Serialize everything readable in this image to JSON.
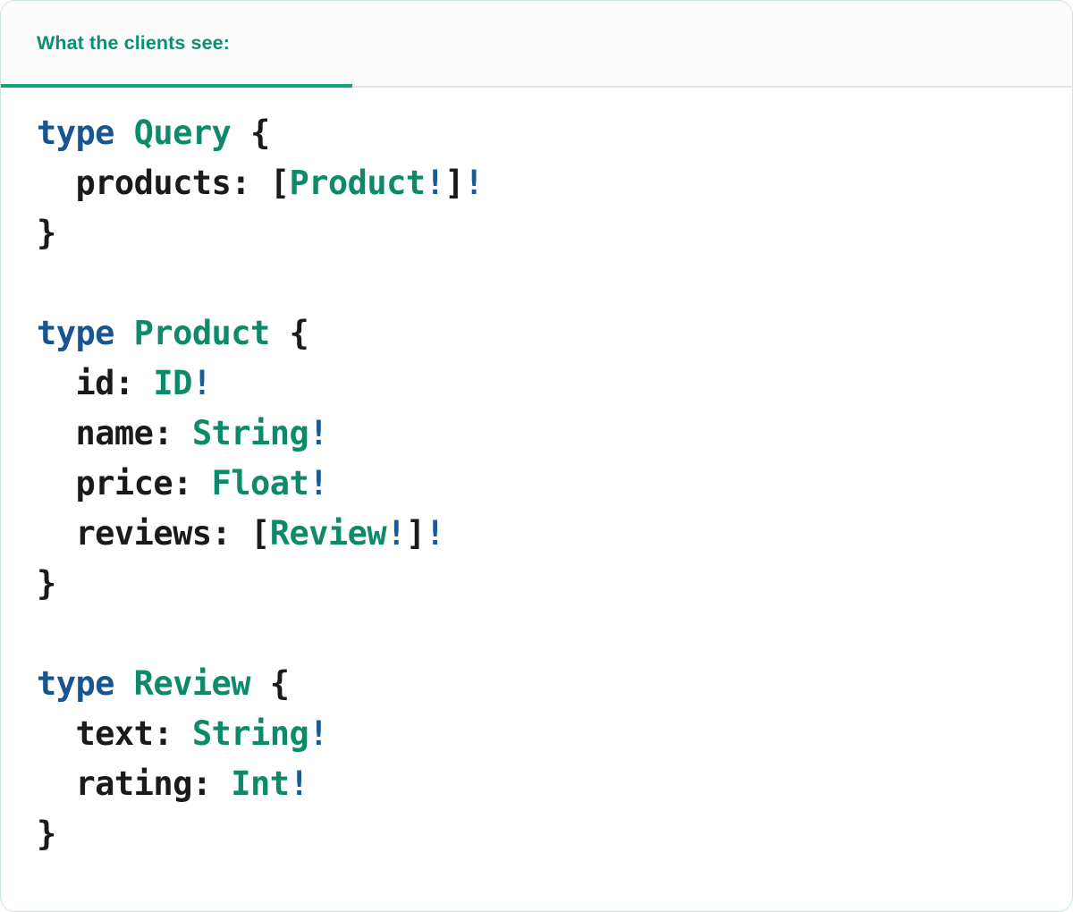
{
  "card": {
    "border_color": "#cfe3da",
    "background": "#ffffff"
  },
  "header": {
    "tabs": [
      {
        "label": "What the clients see:",
        "active": true,
        "accent_color": "#17a07e",
        "text_color": "#0d8f6f"
      }
    ],
    "divider_color": "#e3e3e3",
    "background": "#fbfbfb"
  },
  "code": {
    "language": "graphql",
    "colors": {
      "keyword": "#16558f",
      "type_name": "#0d8a6a",
      "non_null_bang": "#1a5a96",
      "punctuation": "#1a1a1a",
      "field_name": "#1a1a1a"
    },
    "plain_text": "type Query {\n  products: [Product!]!\n}\n\ntype Product {\n  id: ID!\n  name: String!\n  price: Float!\n  reviews: [Review!]!\n}\n\ntype Review {\n  text: String!\n  rating: Int!\n}",
    "lines": [
      {
        "tokens": [
          {
            "t": "type",
            "k": "kw"
          },
          {
            "t": " ",
            "k": "punct"
          },
          {
            "t": "Query",
            "k": "type"
          },
          {
            "t": " {",
            "k": "punct"
          }
        ]
      },
      {
        "tokens": [
          {
            "t": "  products:",
            "k": "field"
          },
          {
            "t": " [",
            "k": "punct"
          },
          {
            "t": "Product",
            "k": "type"
          },
          {
            "t": "!",
            "k": "bang"
          },
          {
            "t": "]",
            "k": "punct"
          },
          {
            "t": "!",
            "k": "bang"
          }
        ]
      },
      {
        "tokens": [
          {
            "t": "}",
            "k": "punct"
          }
        ]
      },
      {
        "tokens": []
      },
      {
        "tokens": [
          {
            "t": "type",
            "k": "kw"
          },
          {
            "t": " ",
            "k": "punct"
          },
          {
            "t": "Product",
            "k": "type"
          },
          {
            "t": " {",
            "k": "punct"
          }
        ]
      },
      {
        "tokens": [
          {
            "t": "  id:",
            "k": "field"
          },
          {
            "t": " ",
            "k": "punct"
          },
          {
            "t": "ID",
            "k": "type"
          },
          {
            "t": "!",
            "k": "bang"
          }
        ]
      },
      {
        "tokens": [
          {
            "t": "  name:",
            "k": "field"
          },
          {
            "t": " ",
            "k": "punct"
          },
          {
            "t": "String",
            "k": "type"
          },
          {
            "t": "!",
            "k": "bang"
          }
        ]
      },
      {
        "tokens": [
          {
            "t": "  price:",
            "k": "field"
          },
          {
            "t": " ",
            "k": "punct"
          },
          {
            "t": "Float",
            "k": "type"
          },
          {
            "t": "!",
            "k": "bang"
          }
        ]
      },
      {
        "tokens": [
          {
            "t": "  reviews:",
            "k": "field"
          },
          {
            "t": " [",
            "k": "punct"
          },
          {
            "t": "Review",
            "k": "type"
          },
          {
            "t": "!",
            "k": "bang"
          },
          {
            "t": "]",
            "k": "punct"
          },
          {
            "t": "!",
            "k": "bang"
          }
        ]
      },
      {
        "tokens": [
          {
            "t": "}",
            "k": "punct"
          }
        ]
      },
      {
        "tokens": []
      },
      {
        "tokens": [
          {
            "t": "type",
            "k": "kw"
          },
          {
            "t": " ",
            "k": "punct"
          },
          {
            "t": "Review",
            "k": "type"
          },
          {
            "t": " {",
            "k": "punct"
          }
        ]
      },
      {
        "tokens": [
          {
            "t": "  text:",
            "k": "field"
          },
          {
            "t": " ",
            "k": "punct"
          },
          {
            "t": "String",
            "k": "type"
          },
          {
            "t": "!",
            "k": "bang"
          }
        ]
      },
      {
        "tokens": [
          {
            "t": "  rating:",
            "k": "field"
          },
          {
            "t": " ",
            "k": "punct"
          },
          {
            "t": "Int",
            "k": "type"
          },
          {
            "t": "!",
            "k": "bang"
          }
        ]
      },
      {
        "tokens": [
          {
            "t": "}",
            "k": "punct"
          }
        ]
      }
    ]
  }
}
